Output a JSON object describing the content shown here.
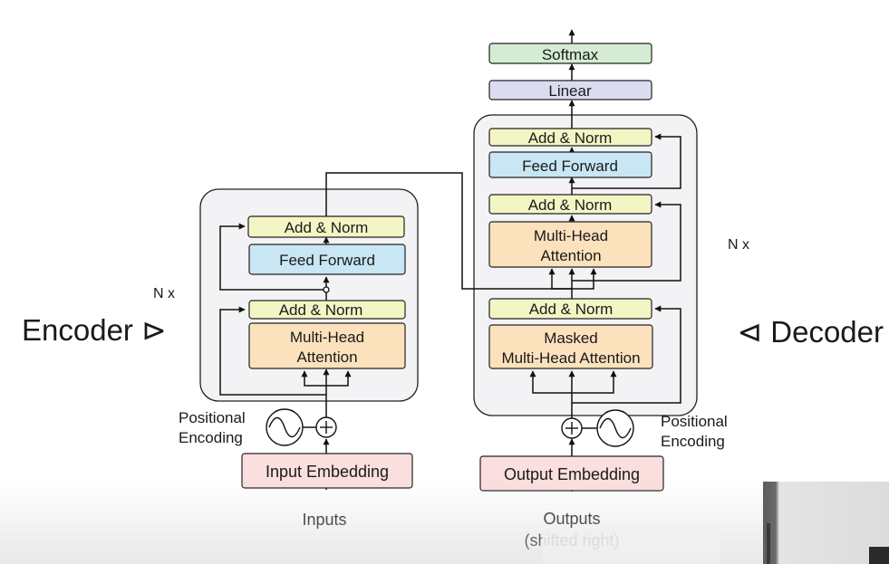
{
  "encoder": {
    "title": "Encoder ⊳",
    "repeat": "N x",
    "add_norm_top": "Add & Norm",
    "feed_forward": "Feed Forward",
    "add_norm_bottom": "Add & Norm",
    "attention_line1": "Multi-Head",
    "attention_line2": "Attention"
  },
  "decoder": {
    "title": "⊲ Decoder",
    "repeat": "N x",
    "softmax": "Softmax",
    "linear": "Linear",
    "add_norm_1": "Add & Norm",
    "feed_forward": "Feed Forward",
    "add_norm_2": "Add & Norm",
    "attention_line1": "Multi-Head",
    "attention_line2": "Attention",
    "add_norm_3": "Add & Norm",
    "masked_line1": "Masked",
    "masked_line2": "Multi-Head Attention"
  },
  "inputs": {
    "positional_line1": "Positional",
    "positional_line2": "Encoding",
    "embedding": "Input Embedding",
    "label": "Inputs"
  },
  "outputs": {
    "positional_line1": "Positional",
    "positional_line2": "Encoding",
    "embedding": "Output Embedding",
    "label_line1": "Outputs",
    "label_line2": "(shifted right)"
  },
  "colors": {
    "add_norm": "#f3f6c4",
    "feed_forward": "#c8e6f3",
    "attention": "#fce1bd",
    "embedding": "#fbdede",
    "softmax": "#d4ecd2",
    "linear": "#dcdcf1",
    "block": "#f3f3f5",
    "line": "#111111"
  }
}
